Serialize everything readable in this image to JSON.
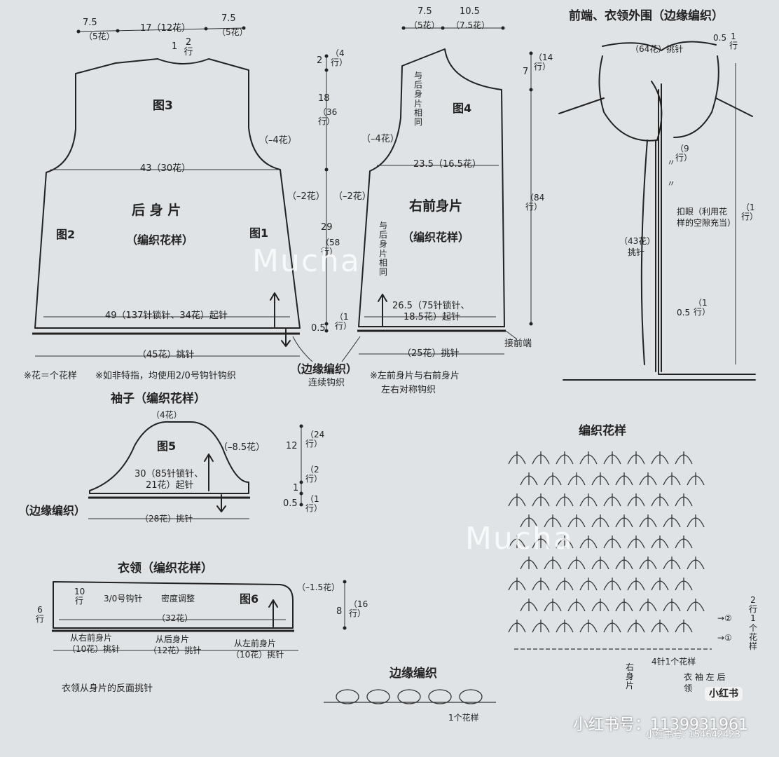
{
  "back": {
    "fig3": "图3",
    "fig2": "图2",
    "fig1": "图1",
    "title": "后 身 片",
    "subtitle": "（编织花样）",
    "top_left": "7.5",
    "top_left_sub": "（5花）",
    "top_mid": "17（12花）",
    "top_right": "7.5",
    "top_right_sub": "（5花）",
    "neck_1": "1",
    "neck_2": "2",
    "neck_rows": "行",
    "armhole_dec": "（–4花）",
    "width43": "43（30花）",
    "side_dec": "（–2花）",
    "cast_on": "49（137针锁针、34花）起针",
    "pickup": "（45花）挑针"
  },
  "vert": {
    "v2": "2",
    "v2r": "（4行）",
    "v18": "18",
    "v18r": "（36行）",
    "v29": "29",
    "v29r": "（58行）",
    "side_dec": "（–2花）",
    "v05": "0.5",
    "v05r": "（1行）"
  },
  "notes": {
    "note1": "※花＝个花样",
    "note2": "※如非特指，均使用2/0号钩针钩织",
    "edge": "（边缘编织）",
    "edge_sub": "连续钩织",
    "mirror1": "※左前身片与右前身片",
    "mirror2": "左右对称钩织"
  },
  "front": {
    "fig4": "图4",
    "title": "右前身片",
    "subtitle": "（编织花样）",
    "top1": "7.5",
    "top1_sub": "（5花）",
    "top2": "10.5",
    "top2_sub": "（7.5花）",
    "same_as_back": "与后身片相同",
    "armhole_dec": "（–4花）",
    "width": "23.5（16.5花）",
    "cast_on1": "26.5（75针锁针、",
    "cast_on2": "18.5花）起针",
    "pickup": "（25花）挑针",
    "join": "接前端",
    "v7": "7",
    "v7r": "（14行）",
    "v84": "（84行）"
  },
  "collar_edge": {
    "title": "前端、衣领外围（边缘编织）",
    "pick64": "（64花）挑针",
    "r05": "0.5",
    "r1": "1",
    "r1r": "行",
    "r9": "（9行）",
    "quote1": "〃",
    "quote2": "〃",
    "buttonhole": "扣眼（利用花",
    "buttonhole2": "样的空隙充当）",
    "bh_rows": "（1行）",
    "pick43": "（43花）",
    "pick43b": "挑针",
    "b05": "0.5",
    "b05r": "（1行）"
  },
  "sleeve": {
    "title": "袖子（编织花样）",
    "fig5": "图5",
    "top": "（4花）",
    "dec": "（–8.5花）",
    "cast1": "30（85针锁针、",
    "cast2": "21花）起针",
    "edge": "（边缘编织）",
    "pickup": "（28花）挑针",
    "v12": "12",
    "v12r": "（24行）",
    "v1": "1",
    "v1r": "（2行）",
    "v05": "0.5",
    "v05r": "（1行）"
  },
  "collar": {
    "title": "衣领（编织花样）",
    "fig6": "图6",
    "hook": "3/0号钩针",
    "gauge": "密度调整",
    "r10": "10",
    "r10r": "行",
    "r6": "6",
    "r6r": "行",
    "w32": "（32花）",
    "dec": "（–1.5花）",
    "v8": "8",
    "v8r": "（16行）",
    "from1": "从右前身片",
    "from1b": "（10花）挑针",
    "from2": "从后身片",
    "from2b": "（12花）挑针",
    "from3": "从左前身片",
    "from3b": "（10花）挑针",
    "note": "衣领从身片的反面挑针"
  },
  "pattern": {
    "title": "编织花样",
    "row2": "2行1个花样",
    "mark2": "→②",
    "mark1": "→①",
    "repeat": "4针1个花样",
    "right_front": "右身片",
    "sleeve_left_back": "衣 袖 左 后",
    "collar_label": "领"
  },
  "edging": {
    "title": "边缘编织",
    "repeat": "1个花样"
  },
  "watermark": {
    "mucha": "Mucha",
    "brand": "小红书",
    "id": "小红书号：1139931961",
    "id2": "小红书号: 154642423"
  }
}
